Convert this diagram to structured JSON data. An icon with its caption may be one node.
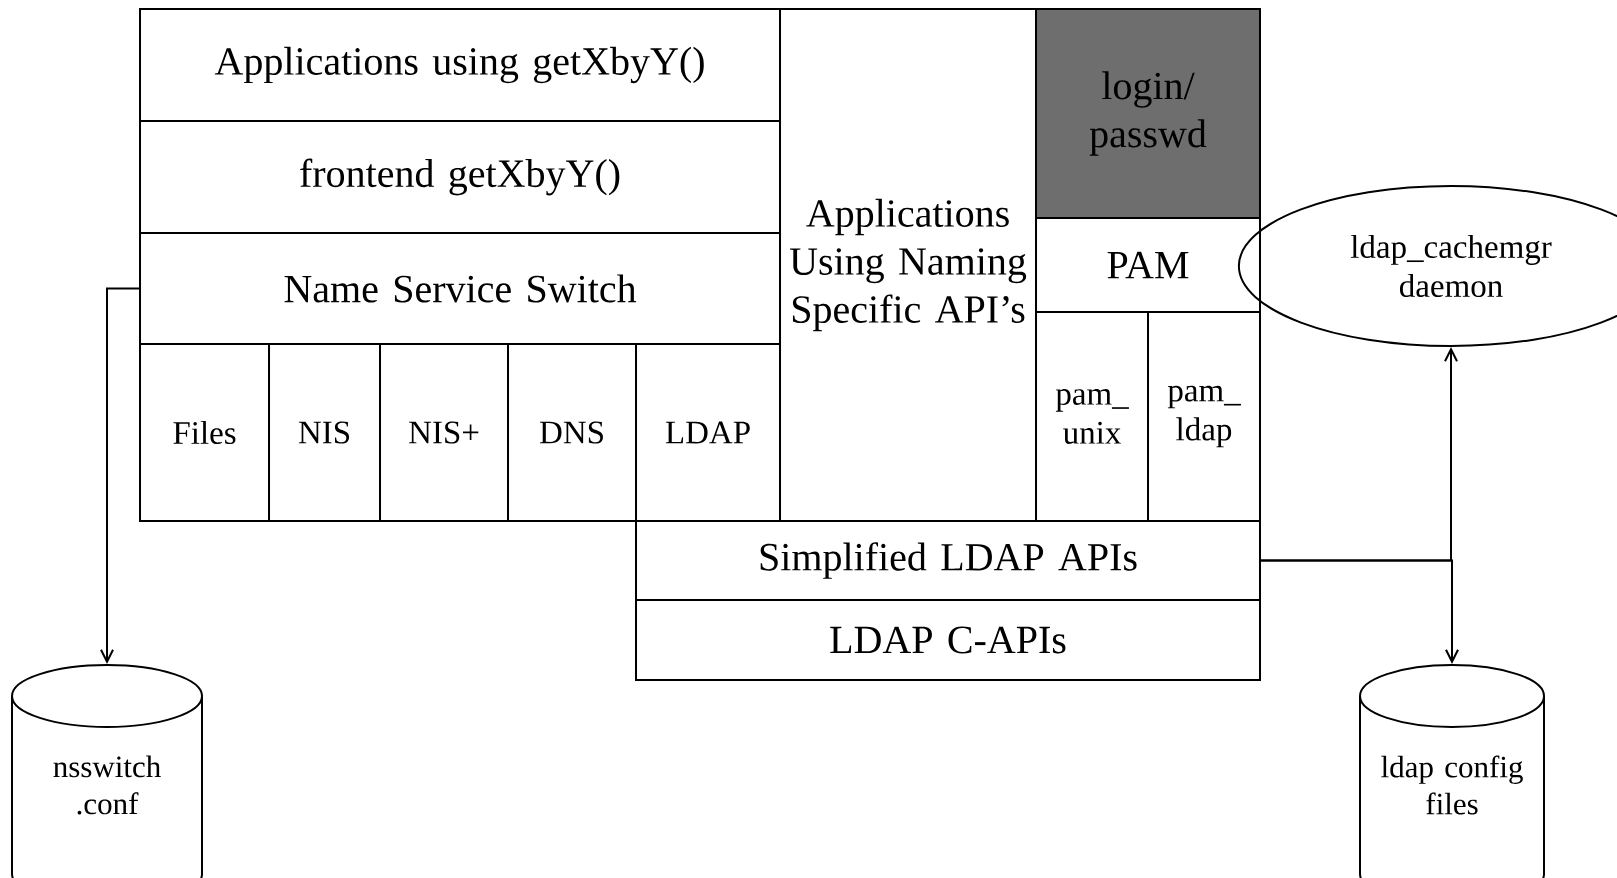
{
  "diagram": {
    "nodes": [
      {
        "text": [
          "Applications using getXbyY()"
        ]
      },
      {
        "text": [
          "frontend getXbyY()"
        ]
      },
      {
        "text": [
          "Name Service Switch"
        ]
      },
      {
        "text": [
          "Files"
        ]
      },
      {
        "text": [
          "NIS"
        ]
      },
      {
        "text": [
          "NIS+"
        ]
      },
      {
        "text": [
          "DNS"
        ]
      },
      {
        "text": [
          "LDAP"
        ]
      },
      {
        "text": [
          "Applications Using Naming Specific API’s"
        ]
      },
      {
        "text": [
          "login/ passwd"
        ]
      },
      {
        "text": [
          "PAM"
        ]
      },
      {
        "text": [
          "pam_ unix"
        ]
      },
      {
        "text": [
          "pam_ ldap"
        ]
      },
      {
        "text": [
          "ldap_cachemgr daemon"
        ]
      },
      {
        "text": [
          "Simplified LDAP APIs"
        ]
      },
      {
        "text": [
          "LDAP C-APIs"
        ]
      },
      {
        "text": [
          "nsswitch .conf"
        ]
      },
      {
        "text": [
          "ldap config files"
        ]
      }
    ],
    "edges": [
      {
        "from": 2,
        "to": 16,
        "arrow": "to"
      },
      {
        "from": 14,
        "to": 13,
        "arrow": "to"
      },
      {
        "from": 14,
        "to": 17,
        "arrow": "to"
      }
    ]
  }
}
